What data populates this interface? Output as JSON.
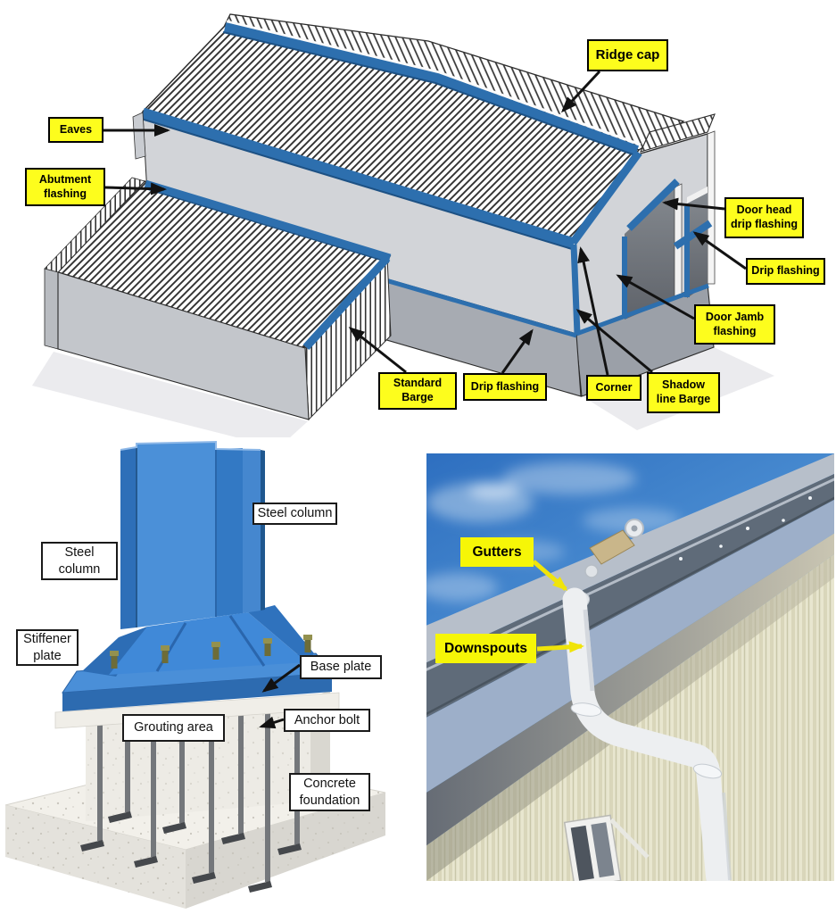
{
  "building_diagram": {
    "labels": [
      {
        "id": "ridge-cap",
        "text": "Ridge cap"
      },
      {
        "id": "eaves",
        "text": "Eaves"
      },
      {
        "id": "abutment-flashing",
        "text": "Abutment\nflashing"
      },
      {
        "id": "standard-barge",
        "text": "Standard\nBarge"
      },
      {
        "id": "drip-flashing-bottom",
        "text": "Drip flashing"
      },
      {
        "id": "corner",
        "text": "Corner"
      },
      {
        "id": "shadow-line-barge",
        "text": "Shadow\nline Barge"
      },
      {
        "id": "door-jamb-flashing",
        "text": "Door Jamb\nflashing"
      },
      {
        "id": "drip-flashing-right",
        "text": "Drip flashing"
      },
      {
        "id": "door-head-drip-flashing",
        "text": "Door head\ndrip flashing"
      }
    ]
  },
  "column_diagram": {
    "labels": [
      {
        "id": "steel-column-right",
        "text": "Steel column"
      },
      {
        "id": "steel-column-left",
        "text": "Steel\ncolumn"
      },
      {
        "id": "stiffener-plate",
        "text": "Stiffener\nplate"
      },
      {
        "id": "base-plate",
        "text": "Base plate"
      },
      {
        "id": "grouting-area",
        "text": "Grouting area"
      },
      {
        "id": "anchor-bolt",
        "text": "Anchor bolt"
      },
      {
        "id": "concrete-foundation",
        "text": "Concrete\nfoundation"
      }
    ]
  },
  "photo": {
    "labels": [
      {
        "id": "gutters",
        "text": "Gutters"
      },
      {
        "id": "downspouts",
        "text": "Downspouts"
      }
    ]
  },
  "colors": {
    "label_yellow": "#fdfd1d",
    "photo_label_yellow": "#f6f607",
    "trim_blue": "#2d6fae",
    "wall_gray": "#d2d4d8",
    "plinth_gray": "#a7abb2",
    "column_blue": "#4b90d8",
    "concrete_white": "#efede8",
    "sky_blue": "#3579c8"
  }
}
